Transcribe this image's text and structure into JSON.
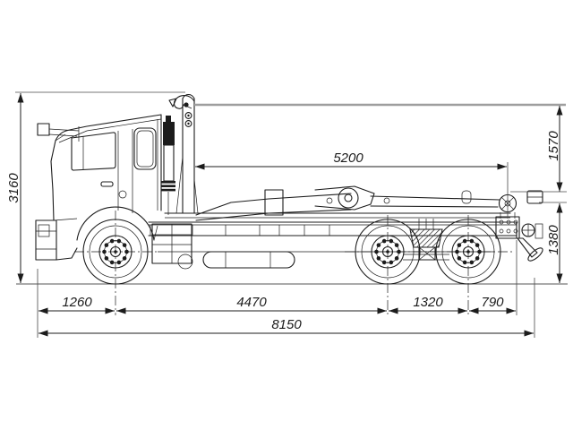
{
  "meta": {
    "description": "Side-view dimensional technical drawing of a 6x4 hooklift truck chassis",
    "background": "#ffffff",
    "line_color": "#1c1c1c",
    "accent_line_color": "#9e9e9e"
  },
  "dims": {
    "overall_height": "3160",
    "hook_to_rear_roller": "5200",
    "hook_height": "1570",
    "rear_height": "1380",
    "front_overhang": "1260",
    "wheelbase": "4470",
    "bogie_spread": "1320",
    "rear_overhang": "790",
    "overall_length": "8150"
  }
}
